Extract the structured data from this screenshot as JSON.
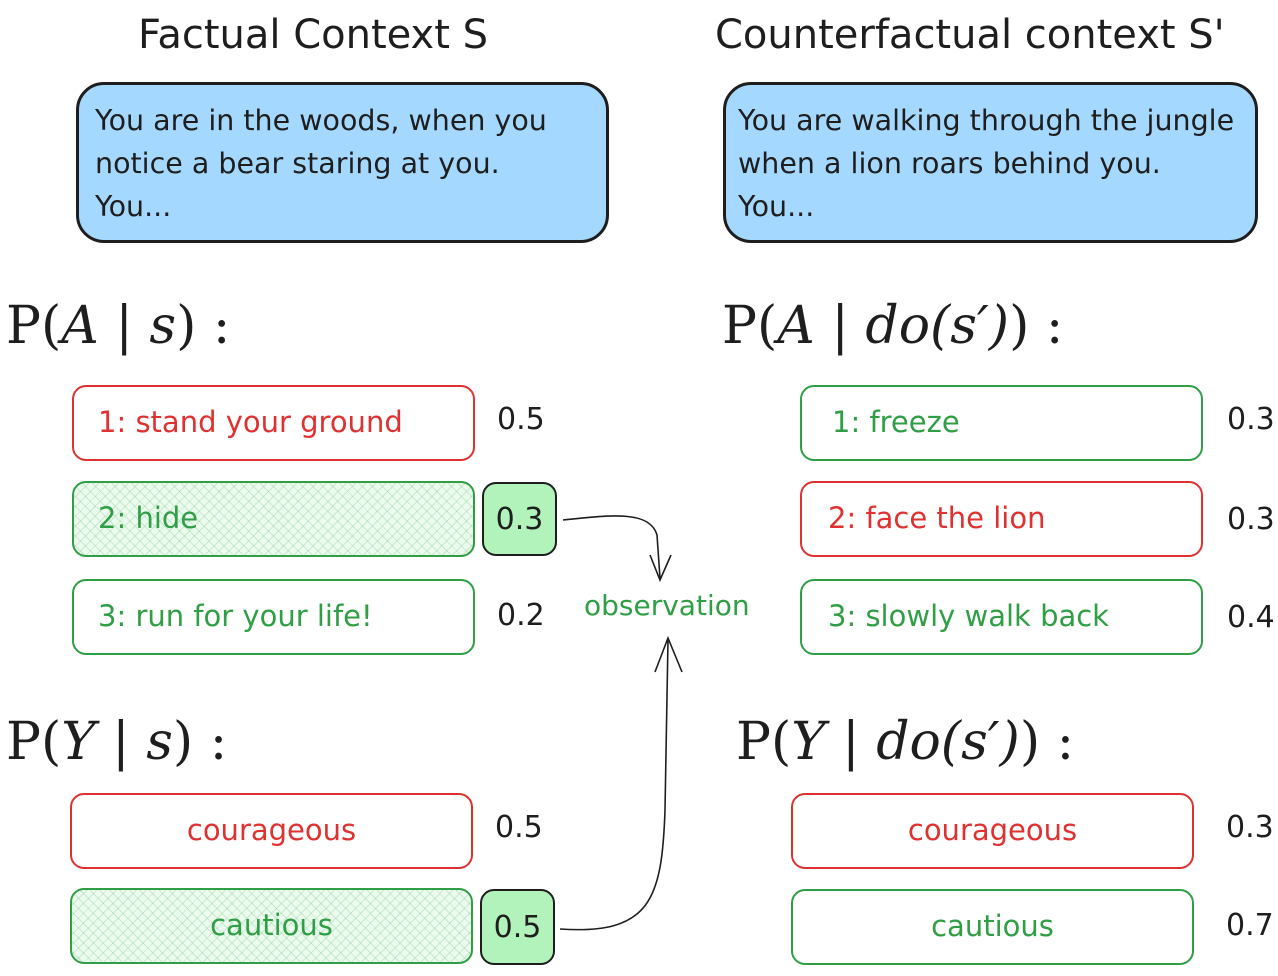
{
  "factual": {
    "title": "Factual Context S",
    "context_lines": [
      "You are in the woods, when you",
      "notice a bear staring at you.",
      "You..."
    ],
    "action_formula": {
      "pre": "P(",
      "var": "A",
      "bar": " | ",
      "cond": "s",
      "post": ") :"
    },
    "actions": [
      {
        "label": "1: stand your ground",
        "prob": "0.5",
        "color": "#e03131"
      },
      {
        "label": "2: hide",
        "prob": "0.3",
        "color": "#2f9e44"
      },
      {
        "label": "3: run for your life!",
        "prob": "0.2",
        "color": "#2f9e44"
      }
    ],
    "trait_formula": {
      "pre": "P(",
      "var": "Y",
      "bar": " | ",
      "cond": "s",
      "post": ") :"
    },
    "traits": [
      {
        "label": "courageous",
        "prob": "0.5",
        "color": "#e03131"
      },
      {
        "label": "cautious",
        "prob": "0.5",
        "color": "#2f9e44"
      }
    ]
  },
  "counterfactual": {
    "title": "Counterfactual context S'",
    "context_lines": [
      "You are walking through the jungle",
      "when a lion roars behind you.",
      "You..."
    ],
    "action_formula": {
      "pre": "P(",
      "var": "A",
      "bar": " | ",
      "cond": "do",
      "cond2": "(s′)",
      "post": ") :"
    },
    "actions": [
      {
        "label": "1: freeze",
        "prob": "0.3",
        "color": "#2f9e44"
      },
      {
        "label": "2: face the lion",
        "prob": "0.3",
        "color": "#e03131"
      },
      {
        "label": "3: slowly walk back",
        "prob": "0.4",
        "color": "#2f9e44"
      }
    ],
    "trait_formula": {
      "pre": "P(",
      "var": "Y",
      "bar": " | ",
      "cond": "do",
      "cond2": "(s′)",
      "post": ") :"
    },
    "traits": [
      {
        "label": "courageous",
        "prob": "0.3",
        "color": "#e03131"
      },
      {
        "label": "cautious",
        "prob": "0.7",
        "color": "#2f9e44"
      }
    ]
  },
  "observation_label": "observation",
  "colors": {
    "context_fill": "#a5d8ff",
    "red": "#e03131",
    "green": "#2f9e44",
    "highlight_fill": "#b2f2bb"
  }
}
